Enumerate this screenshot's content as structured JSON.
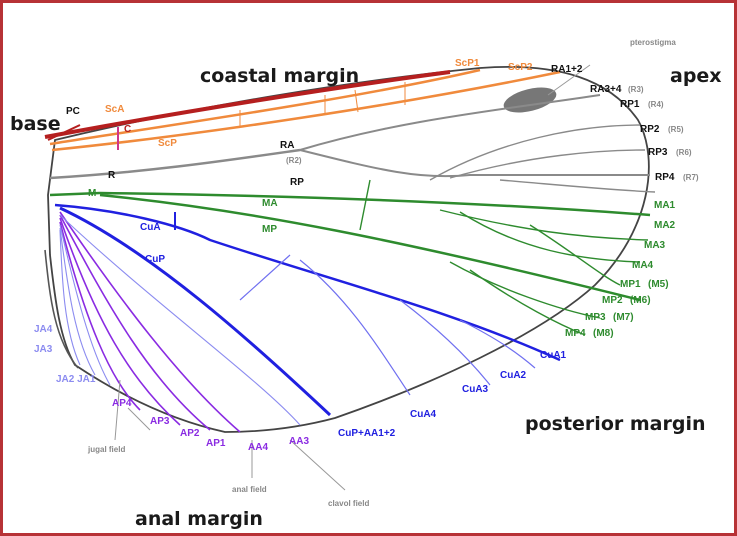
{
  "colors": {
    "frame": "#b73236",
    "costal": "#b51f1f",
    "subcosta": "#f08a3c",
    "radius": "#8a8a8a",
    "media": "#2e8b2e",
    "cubitus": "#2020e0",
    "anal": "#8a2be2",
    "anal_light": "#8c8cf0"
  },
  "regions": {
    "coastal_margin": "coastal margin",
    "apex": "apex",
    "base": "base",
    "posterior_margin": "posterior margin",
    "anal_margin": "anal margin",
    "pterostigma": "pterostigma",
    "jugal_field": "jugal field",
    "anal_field": "anal field",
    "clavol_field": "clavol field"
  },
  "veins": {
    "pc": "PC",
    "sca": "ScA",
    "c": "C",
    "scp": "ScP",
    "scp1": "ScP1",
    "scp2": "ScP2",
    "ra1_2": "RA1+2",
    "ra3_4": "RA3+4",
    "ra3_4_n": "(R3)",
    "rp1": "RP1",
    "rp1_n": "(R4)",
    "rp2": "RP2",
    "rp2_n": "(R5)",
    "rp3": "RP3",
    "rp3_n": "(R6)",
    "rp4": "RP4",
    "rp4_n": "(R7)",
    "ra": "RA",
    "ra_n": "(R2)",
    "rp": "RP",
    "r": "R",
    "m": "M",
    "ma": "MA",
    "mp": "MP",
    "ma1": "MA1",
    "ma2": "MA2",
    "ma3": "MA3",
    "ma4": "MA4",
    "mp1": "MP1",
    "mp1_n": "(M5)",
    "mp2": "MP2",
    "mp2_n": "(M6)",
    "mp3": "MP3",
    "mp3_n": "(M7)",
    "mp4": "MP4",
    "mp4_n": "(M8)",
    "cua": "CuA",
    "cup": "CuP",
    "cua1": "CuA1",
    "cua2": "CuA2",
    "cua3": "CuA3",
    "cua4": "CuA4",
    "cup_aa": "CuP+AA1+2",
    "aa3": "AA3",
    "aa4": "AA4",
    "ap1": "AP1",
    "ap2": "AP2",
    "ap3": "AP3",
    "ap4": "AP4",
    "ja4": "JA4",
    "ja3": "JA3",
    "ja2_ja1": "JA2  JA1"
  }
}
